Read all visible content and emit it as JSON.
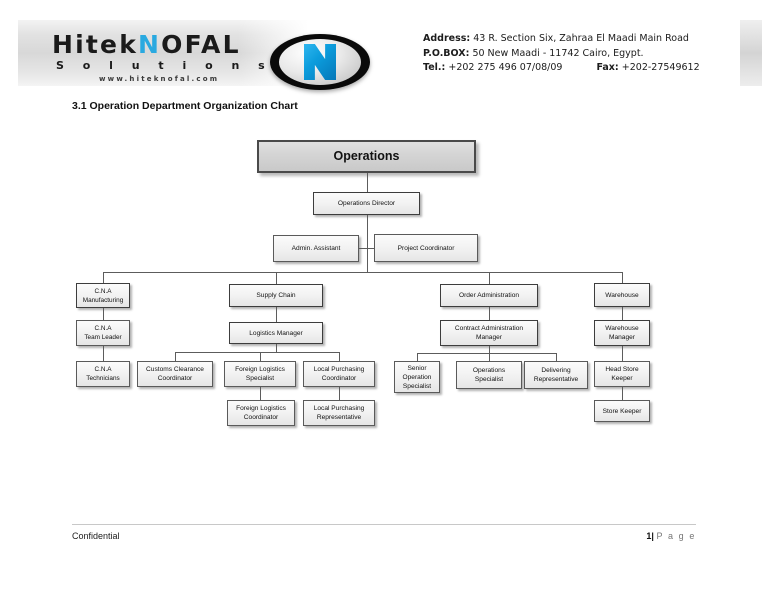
{
  "header": {
    "logo": {
      "name_part1": "Hitek",
      "name_mark": "N",
      "name_part2": "OFAL",
      "tagline": "S o l u t i o n s",
      "website": "www.hiteknofal.com"
    },
    "contact": {
      "address_label": "Address:",
      "address_value": "43 R. Section Six, Zahraa El Maadi Main Road",
      "pobox_label": "P.O.BOX:",
      "pobox_value": "50 New Maadi    -    11742 Cairo, Egypt.",
      "tel_label": "Tel.:",
      "tel_value": "+202 275 496 07/08/09",
      "fax_label": "Fax:",
      "fax_value": "+202-27549612"
    }
  },
  "document": {
    "section_title": "3.1 Operation Department Organization Chart",
    "footer_left": "Confidential",
    "footer_page_number": "1",
    "footer_page_sep": "|",
    "footer_page_word": "P a g e"
  },
  "chart_data": {
    "type": "diagram",
    "title": "3.1 Operation Department Organization Chart",
    "nodes": [
      {
        "id": "operations",
        "label": "Operations",
        "level": 0
      },
      {
        "id": "operations-director",
        "label": "Operations Director",
        "level": 1
      },
      {
        "id": "admin-assistant",
        "label": "Admin. Assistant",
        "level": 2
      },
      {
        "id": "project-coordinator",
        "label": "Project Coordinator",
        "level": 2
      },
      {
        "id": "cna-manufacturing",
        "label": "C.N.A\nManufacturing",
        "level": 3
      },
      {
        "id": "supply-chain",
        "label": "Supply Chain",
        "level": 3
      },
      {
        "id": "order-administration",
        "label": "Order Administration",
        "level": 3
      },
      {
        "id": "warehouse",
        "label": "Warehouse",
        "level": 3
      },
      {
        "id": "cna-team-leader",
        "label": "C.N.A\nTeam Leader",
        "level": 4
      },
      {
        "id": "logistics-manager",
        "label": "Logistics Manager",
        "level": 4
      },
      {
        "id": "contract-admin-manager",
        "label": "Contract Administration\nManager",
        "level": 4
      },
      {
        "id": "warehouse-manager",
        "label": "Warehouse\nManager",
        "level": 4
      },
      {
        "id": "cna-technicians",
        "label": "C.N.A\nTechnicians",
        "level": 5
      },
      {
        "id": "customs-clearance-coordinator",
        "label": "Customs Clearance\nCoordinator",
        "level": 5
      },
      {
        "id": "foreign-logistics-specialist",
        "label": "Foreign Logistics\nSpecialist",
        "level": 5
      },
      {
        "id": "local-purchasing-coordinator",
        "label": "Local Purchasing\nCoordinator",
        "level": 5
      },
      {
        "id": "senior-operation-specialist",
        "label": "Senior\nOperation\nSpecialist",
        "level": 5
      },
      {
        "id": "operations-specialist",
        "label": "Operations\nSpecialist",
        "level": 5
      },
      {
        "id": "delivering-representative",
        "label": "Delivering\nRepresentative",
        "level": 5
      },
      {
        "id": "head-store-keeper",
        "label": "Head Store\nKeeper",
        "level": 5
      },
      {
        "id": "foreign-logistics-coordinator",
        "label": "Foreign Logistics\nCoordinator",
        "level": 6
      },
      {
        "id": "local-purchasing-representative",
        "label": "Local Purchasing\nRepresentative",
        "level": 6
      },
      {
        "id": "store-keeper",
        "label": "Store Keeper",
        "level": 6
      }
    ],
    "edges": [
      [
        "operations",
        "operations-director"
      ],
      [
        "operations-director",
        "admin-assistant"
      ],
      [
        "operations-director",
        "project-coordinator"
      ],
      [
        "operations-director",
        "cna-manufacturing"
      ],
      [
        "operations-director",
        "supply-chain"
      ],
      [
        "operations-director",
        "order-administration"
      ],
      [
        "operations-director",
        "warehouse"
      ],
      [
        "cna-manufacturing",
        "cna-team-leader"
      ],
      [
        "cna-team-leader",
        "cna-technicians"
      ],
      [
        "supply-chain",
        "logistics-manager"
      ],
      [
        "logistics-manager",
        "customs-clearance-coordinator"
      ],
      [
        "logistics-manager",
        "foreign-logistics-specialist"
      ],
      [
        "logistics-manager",
        "local-purchasing-coordinator"
      ],
      [
        "foreign-logistics-specialist",
        "foreign-logistics-coordinator"
      ],
      [
        "local-purchasing-coordinator",
        "local-purchasing-representative"
      ],
      [
        "order-administration",
        "contract-admin-manager"
      ],
      [
        "contract-admin-manager",
        "senior-operation-specialist"
      ],
      [
        "contract-admin-manager",
        "operations-specialist"
      ],
      [
        "contract-admin-manager",
        "delivering-representative"
      ],
      [
        "warehouse",
        "warehouse-manager"
      ],
      [
        "warehouse-manager",
        "head-store-keeper"
      ],
      [
        "head-store-keeper",
        "store-keeper"
      ]
    ]
  },
  "colors": {
    "accent": "#29a9e0",
    "node_border": "#5a5a5a",
    "root_fill": "#d4d4d4",
    "line": "#5c5c5c"
  }
}
